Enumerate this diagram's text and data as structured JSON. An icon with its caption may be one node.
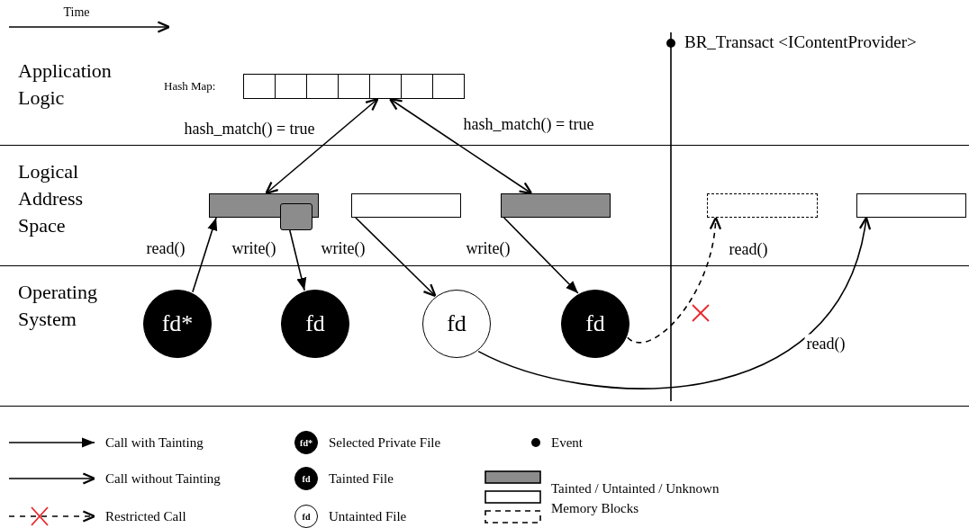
{
  "diagram": {
    "nodes": [
      {
        "text": [
          "Application Logic"
        ]
      },
      {
        "text": [
          "Hash Map:"
        ],
        "in": 0
      },
      {
        "text": [
          "Logical Address Space"
        ]
      },
      {
        "text": [],
        "shape": "bar",
        "in": 2
      },
      {
        "text": [],
        "shape": "box",
        "in": 2
      },
      {
        "text": [],
        "shape": "bar",
        "in": 2
      },
      {
        "text": [],
        "shape": "bar",
        "in": 2
      },
      {
        "text": [],
        "shape": "bar",
        "in": 2
      },
      {
        "text": [],
        "shape": "bar",
        "in": 2
      },
      {
        "text": [
          "Operating System"
        ]
      },
      {
        "text": [
          "fd*"
        ],
        "in": 9
      },
      {
        "text": [
          "fd"
        ],
        "in": 9
      },
      {
        "text": [
          "fd"
        ],
        "in": 9
      },
      {
        "text": [
          "fd"
        ],
        "in": 9
      }
    ],
    "edges": [
      {
        "from": 1,
        "to": 3,
        "arrow": "both",
        "label": "hash_match() = true"
      },
      {
        "from": 1,
        "to": 6,
        "arrow": "both",
        "label": "hash_match() = true"
      },
      {
        "from": 10,
        "to": 3,
        "arrow": "to",
        "label": "read()"
      },
      {
        "from": 4,
        "to": 11,
        "arrow": "to",
        "label": "write()"
      },
      {
        "from": 5,
        "to": 12,
        "arrow": "to",
        "label": "write()"
      },
      {
        "from": 6,
        "to": 13,
        "arrow": "to",
        "label": "write()"
      },
      {
        "from": 13,
        "to": 7,
        "arrow": "to",
        "label": "read()",
        "style": "dashed"
      },
      {
        "from": 12,
        "to": 8,
        "arrow": "to",
        "label": "read()"
      }
    ],
    "labels": [
      "Time",
      "BR_Transact <IContentProvider>",
      "fd*",
      "fd",
      "fd"
    ],
    "legend": [
      {
        "text": "Call with Tainting"
      },
      {
        "text": "Call without Tainting"
      },
      {
        "text": "Restricted Call"
      },
      {
        "text": "Selected Private File"
      },
      {
        "text": "Tainted File"
      },
      {
        "text": "Untainted File"
      },
      {
        "text": "Event"
      },
      {
        "text": "Tainted / Untainted / Unknown Memory Blocks"
      }
    ]
  }
}
